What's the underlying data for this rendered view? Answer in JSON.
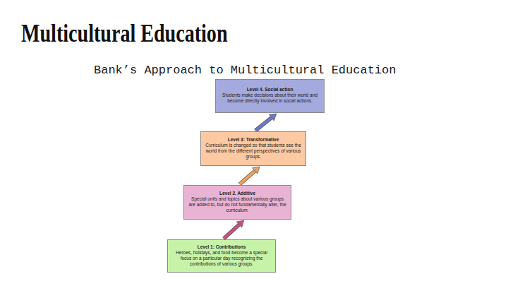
{
  "diagram": {
    "title": "Multicultural Education",
    "nodes": [
      {
        "text": [
          "Level 4. Social action",
          "Students make decisions about their world and become directly involved in social actions."
        ]
      },
      {
        "text": [
          "Level 3: Transformative",
          "Curriculum is changed so that students see the world from the different perspectives of various groups."
        ]
      },
      {
        "text": [
          "Level 2. Additive",
          "Special units and topics about various groups are added to, but do not fundamentally alter, the curriculum."
        ]
      },
      {
        "text": [
          "Level 1: Contributions",
          "Heroes, holidays, and food become a special focus on a particular day recognizing the contributions of various groups."
        ]
      }
    ],
    "edges": [
      {
        "from": 3,
        "to": 2,
        "arrow": "to"
      },
      {
        "from": 2,
        "to": 1,
        "arrow": "to"
      },
      {
        "from": 1,
        "to": 0,
        "arrow": "to"
      }
    ],
    "labels": [
      "Bank’s Approach to Multicultural Education"
    ]
  }
}
